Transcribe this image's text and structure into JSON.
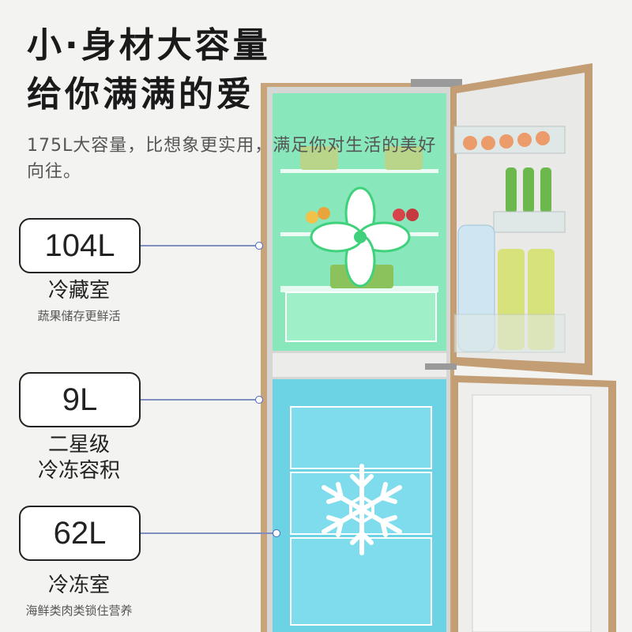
{
  "headline": {
    "line1": "小·身材大容量",
    "line2": "给你满满的爱"
  },
  "description": "175L大容量，比想象更实用，满足你对生活的美好向往。",
  "compartments": [
    {
      "capacity": "104L",
      "name": "冷藏室",
      "note": "蔬果储存更鲜活"
    },
    {
      "capacity": "9L",
      "name_line1": "二星级",
      "name_line2": "冷冻容积"
    },
    {
      "capacity": "62L",
      "name": "冷冻室",
      "note": "海鲜类肉类锁住营养"
    }
  ],
  "colors": {
    "fridge_zone": "#7fe9b8",
    "freezer_zone": "#5fd3e6",
    "body": "#c9a57a"
  },
  "icons": [
    "fan-icon",
    "snowflake-icon"
  ]
}
